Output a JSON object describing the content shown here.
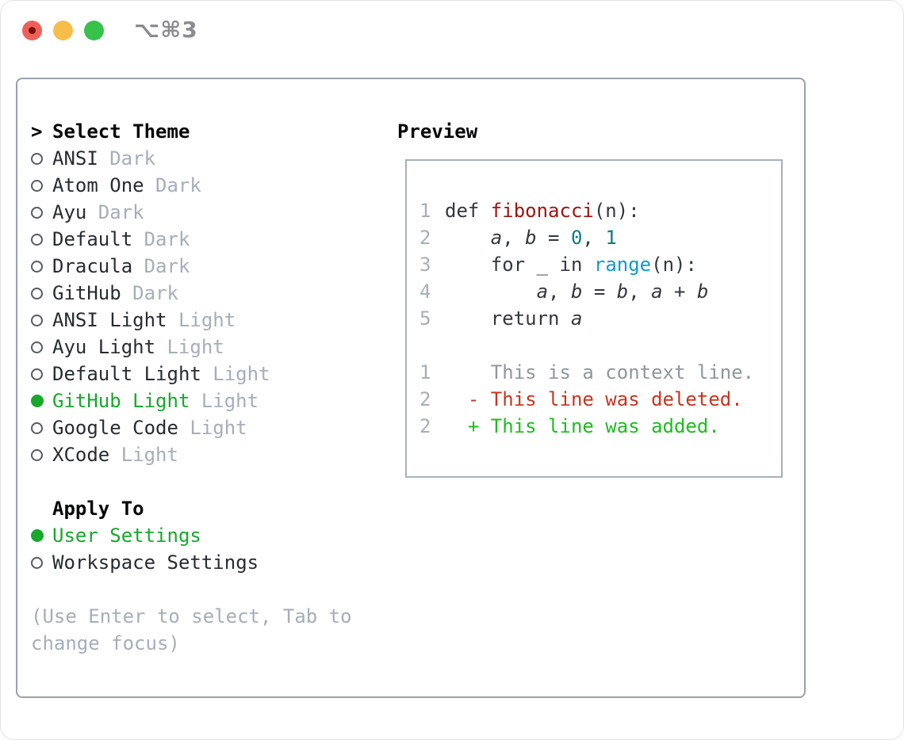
{
  "window": {
    "title": "⌥⌘3"
  },
  "colors": {
    "green_selected": "#17a82c",
    "muted": "#a5aebb",
    "line_number": "#a5aebb",
    "function_name": "#a01411",
    "number_literal": "#0a7d82",
    "builtin": "#0f9ad2",
    "context_line": "#8f979d",
    "deletion": "#c9341f",
    "addition": "#1cbe1e",
    "traffic_red": "#f0605a",
    "traffic_yellow": "#f6bd4a",
    "traffic_green": "#36c24b"
  },
  "theme_picker": {
    "header": {
      "marker": ">",
      "label": "Select Theme"
    },
    "items": [
      {
        "name": "ANSI",
        "variant": "Dark",
        "selected": false
      },
      {
        "name": "Atom One",
        "variant": "Dark",
        "selected": false
      },
      {
        "name": "Ayu",
        "variant": "Dark",
        "selected": false
      },
      {
        "name": "Default",
        "variant": "Dark",
        "selected": false
      },
      {
        "name": "Dracula",
        "variant": "Dark",
        "selected": false
      },
      {
        "name": "GitHub",
        "variant": "Dark",
        "selected": false
      },
      {
        "name": "ANSI Light",
        "variant": "Light",
        "selected": false
      },
      {
        "name": "Ayu Light",
        "variant": "Light",
        "selected": false
      },
      {
        "name": "Default Light",
        "variant": "Light",
        "selected": false
      },
      {
        "name": "GitHub Light",
        "variant": "Light",
        "selected": true
      },
      {
        "name": "Google Code",
        "variant": "Light",
        "selected": false
      },
      {
        "name": "XCode",
        "variant": "Light",
        "selected": false
      }
    ],
    "apply_to": {
      "label": "Apply To",
      "options": [
        {
          "name": "User Settings",
          "selected": true
        },
        {
          "name": "Workspace Settings",
          "selected": false
        }
      ]
    },
    "hint_lines": [
      "(Use Enter to select, Tab to",
      "change focus)"
    ]
  },
  "preview": {
    "title": "Preview",
    "lines": [
      {
        "num": "1",
        "tokens": [
          {
            "t": "def ",
            "c": "kw"
          },
          {
            "t": "fibonacci",
            "c": "fn"
          },
          {
            "t": "(n):",
            "c": "pl"
          }
        ]
      },
      {
        "num": "2",
        "tokens": [
          {
            "t": "    ",
            "c": "pl"
          },
          {
            "t": "a",
            "c": "var"
          },
          {
            "t": ", ",
            "c": "pl"
          },
          {
            "t": "b",
            "c": "var"
          },
          {
            "t": " = ",
            "c": "pl"
          },
          {
            "t": "0",
            "c": "num"
          },
          {
            "t": ", ",
            "c": "pl"
          },
          {
            "t": "1",
            "c": "num"
          }
        ]
      },
      {
        "num": "3",
        "tokens": [
          {
            "t": "    ",
            "c": "pl"
          },
          {
            "t": "for",
            "c": "kw"
          },
          {
            "t": " _ ",
            "c": "pl"
          },
          {
            "t": "in",
            "c": "kw"
          },
          {
            "t": " ",
            "c": "pl"
          },
          {
            "t": "range",
            "c": "bi"
          },
          {
            "t": "(n):",
            "c": "pl"
          }
        ]
      },
      {
        "num": "4",
        "tokens": [
          {
            "t": "        ",
            "c": "pl"
          },
          {
            "t": "a",
            "c": "var"
          },
          {
            "t": ", ",
            "c": "pl"
          },
          {
            "t": "b",
            "c": "var"
          },
          {
            "t": " = ",
            "c": "pl"
          },
          {
            "t": "b",
            "c": "var"
          },
          {
            "t": ", ",
            "c": "pl"
          },
          {
            "t": "a",
            "c": "var"
          },
          {
            "t": " + ",
            "c": "pl"
          },
          {
            "t": "b",
            "c": "var"
          }
        ]
      },
      {
        "num": "5",
        "tokens": [
          {
            "t": "    ",
            "c": "pl"
          },
          {
            "t": "return",
            "c": "kw"
          },
          {
            "t": " ",
            "c": "pl"
          },
          {
            "t": "a",
            "c": "var"
          }
        ]
      },
      {
        "num": "",
        "tokens": []
      },
      {
        "num": "1",
        "tokens": [
          {
            "t": "    This is a context line.",
            "c": "ctx"
          }
        ]
      },
      {
        "num": "2",
        "tokens": [
          {
            "t": "  - This line was deleted.",
            "c": "del"
          }
        ]
      },
      {
        "num": "2",
        "tokens": [
          {
            "t": "  + This line was added.",
            "c": "add"
          }
        ]
      }
    ]
  }
}
